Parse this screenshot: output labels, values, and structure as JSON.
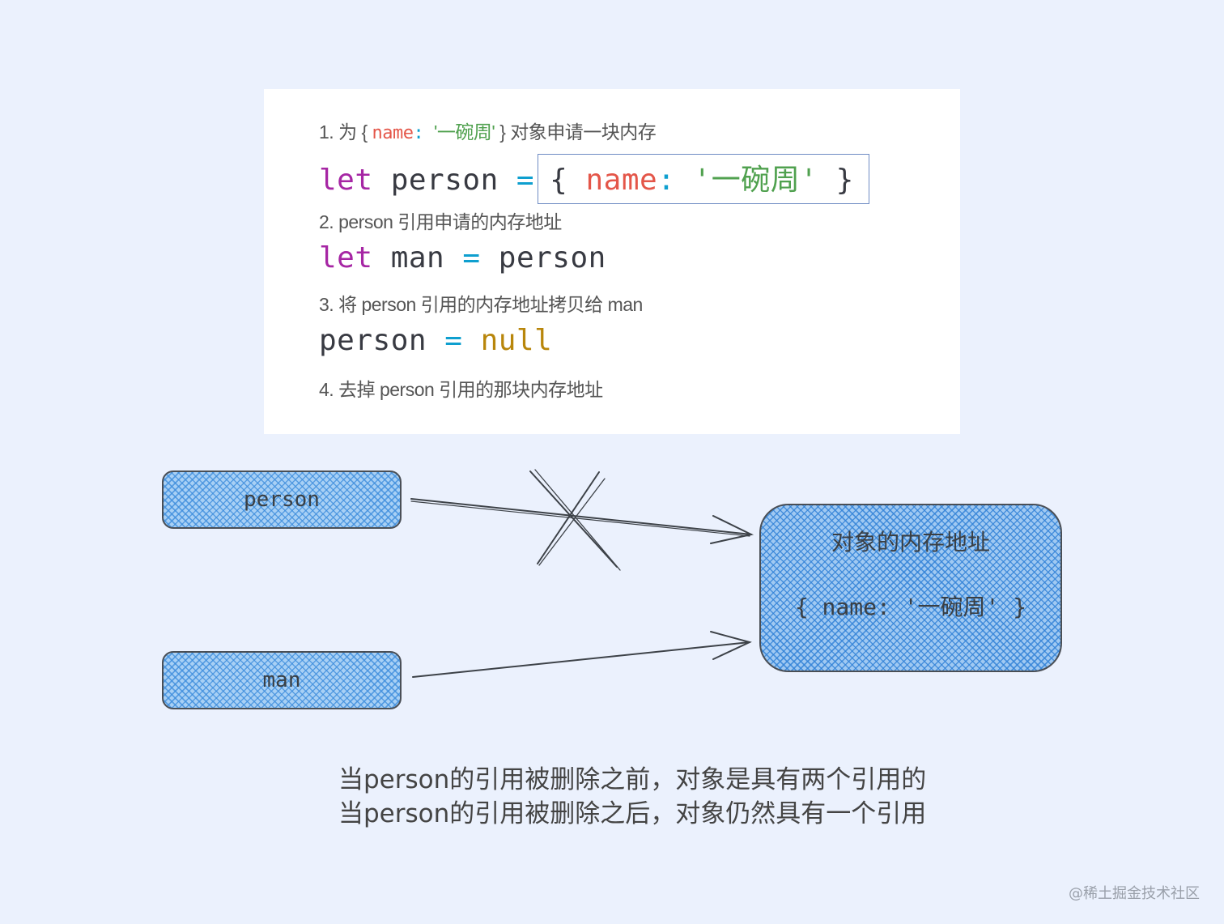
{
  "code_panel": {
    "steps": [
      {
        "note_prefix": "1. 为 { ",
        "note_prop": "name",
        "note_colon": ": ",
        "note_str": "'一碗周'",
        "note_suffix": " } 对象申请一块内存",
        "code": {
          "keyword": "let",
          "ident": " person ",
          "op": "=",
          "obj_open": "{ ",
          "obj_prop": "name",
          "obj_colon": ": ",
          "obj_str": "'一碗周'",
          "obj_close": " }"
        }
      },
      {
        "note": "2. person 引用申请的内存地址",
        "code": {
          "keyword": "let",
          "ident": " man ",
          "op": "=",
          "rhs": " person"
        }
      },
      {
        "note": "3. 将 person 引用的内存地址拷贝给 man",
        "code": {
          "ident": "person ",
          "op": "=",
          "value": " null"
        }
      },
      {
        "note": "4. 去掉 person 引用的那块内存地址"
      }
    ]
  },
  "diagram": {
    "variables": [
      {
        "label": "person"
      },
      {
        "label": "man"
      }
    ],
    "memory_object": {
      "title": "对象的内存地址",
      "value": "{ name: '一碗周' }"
    },
    "arrows": [
      {
        "from": "person",
        "to": "memory_object",
        "crossed_out": true
      },
      {
        "from": "man",
        "to": "memory_object",
        "crossed_out": false
      }
    ],
    "colors": {
      "fill": "#a8d0f5",
      "hatch": "#3c8cdc",
      "stroke": "#4a4f56"
    }
  },
  "caption": {
    "line1": "当person的引用被删除之前，对象是具有两个引用的",
    "line2": "当person的引用被删除之后，对象仍然具有一个引用"
  },
  "watermark": "@稀土掘金技术社区",
  "colors": {
    "background": "#ebf1fd",
    "card": "#ffffff",
    "keyword": "#a626a4",
    "operator": "#0e9fcf",
    "property": "#e45649",
    "string": "#50a14f",
    "null": "#b8860b"
  }
}
